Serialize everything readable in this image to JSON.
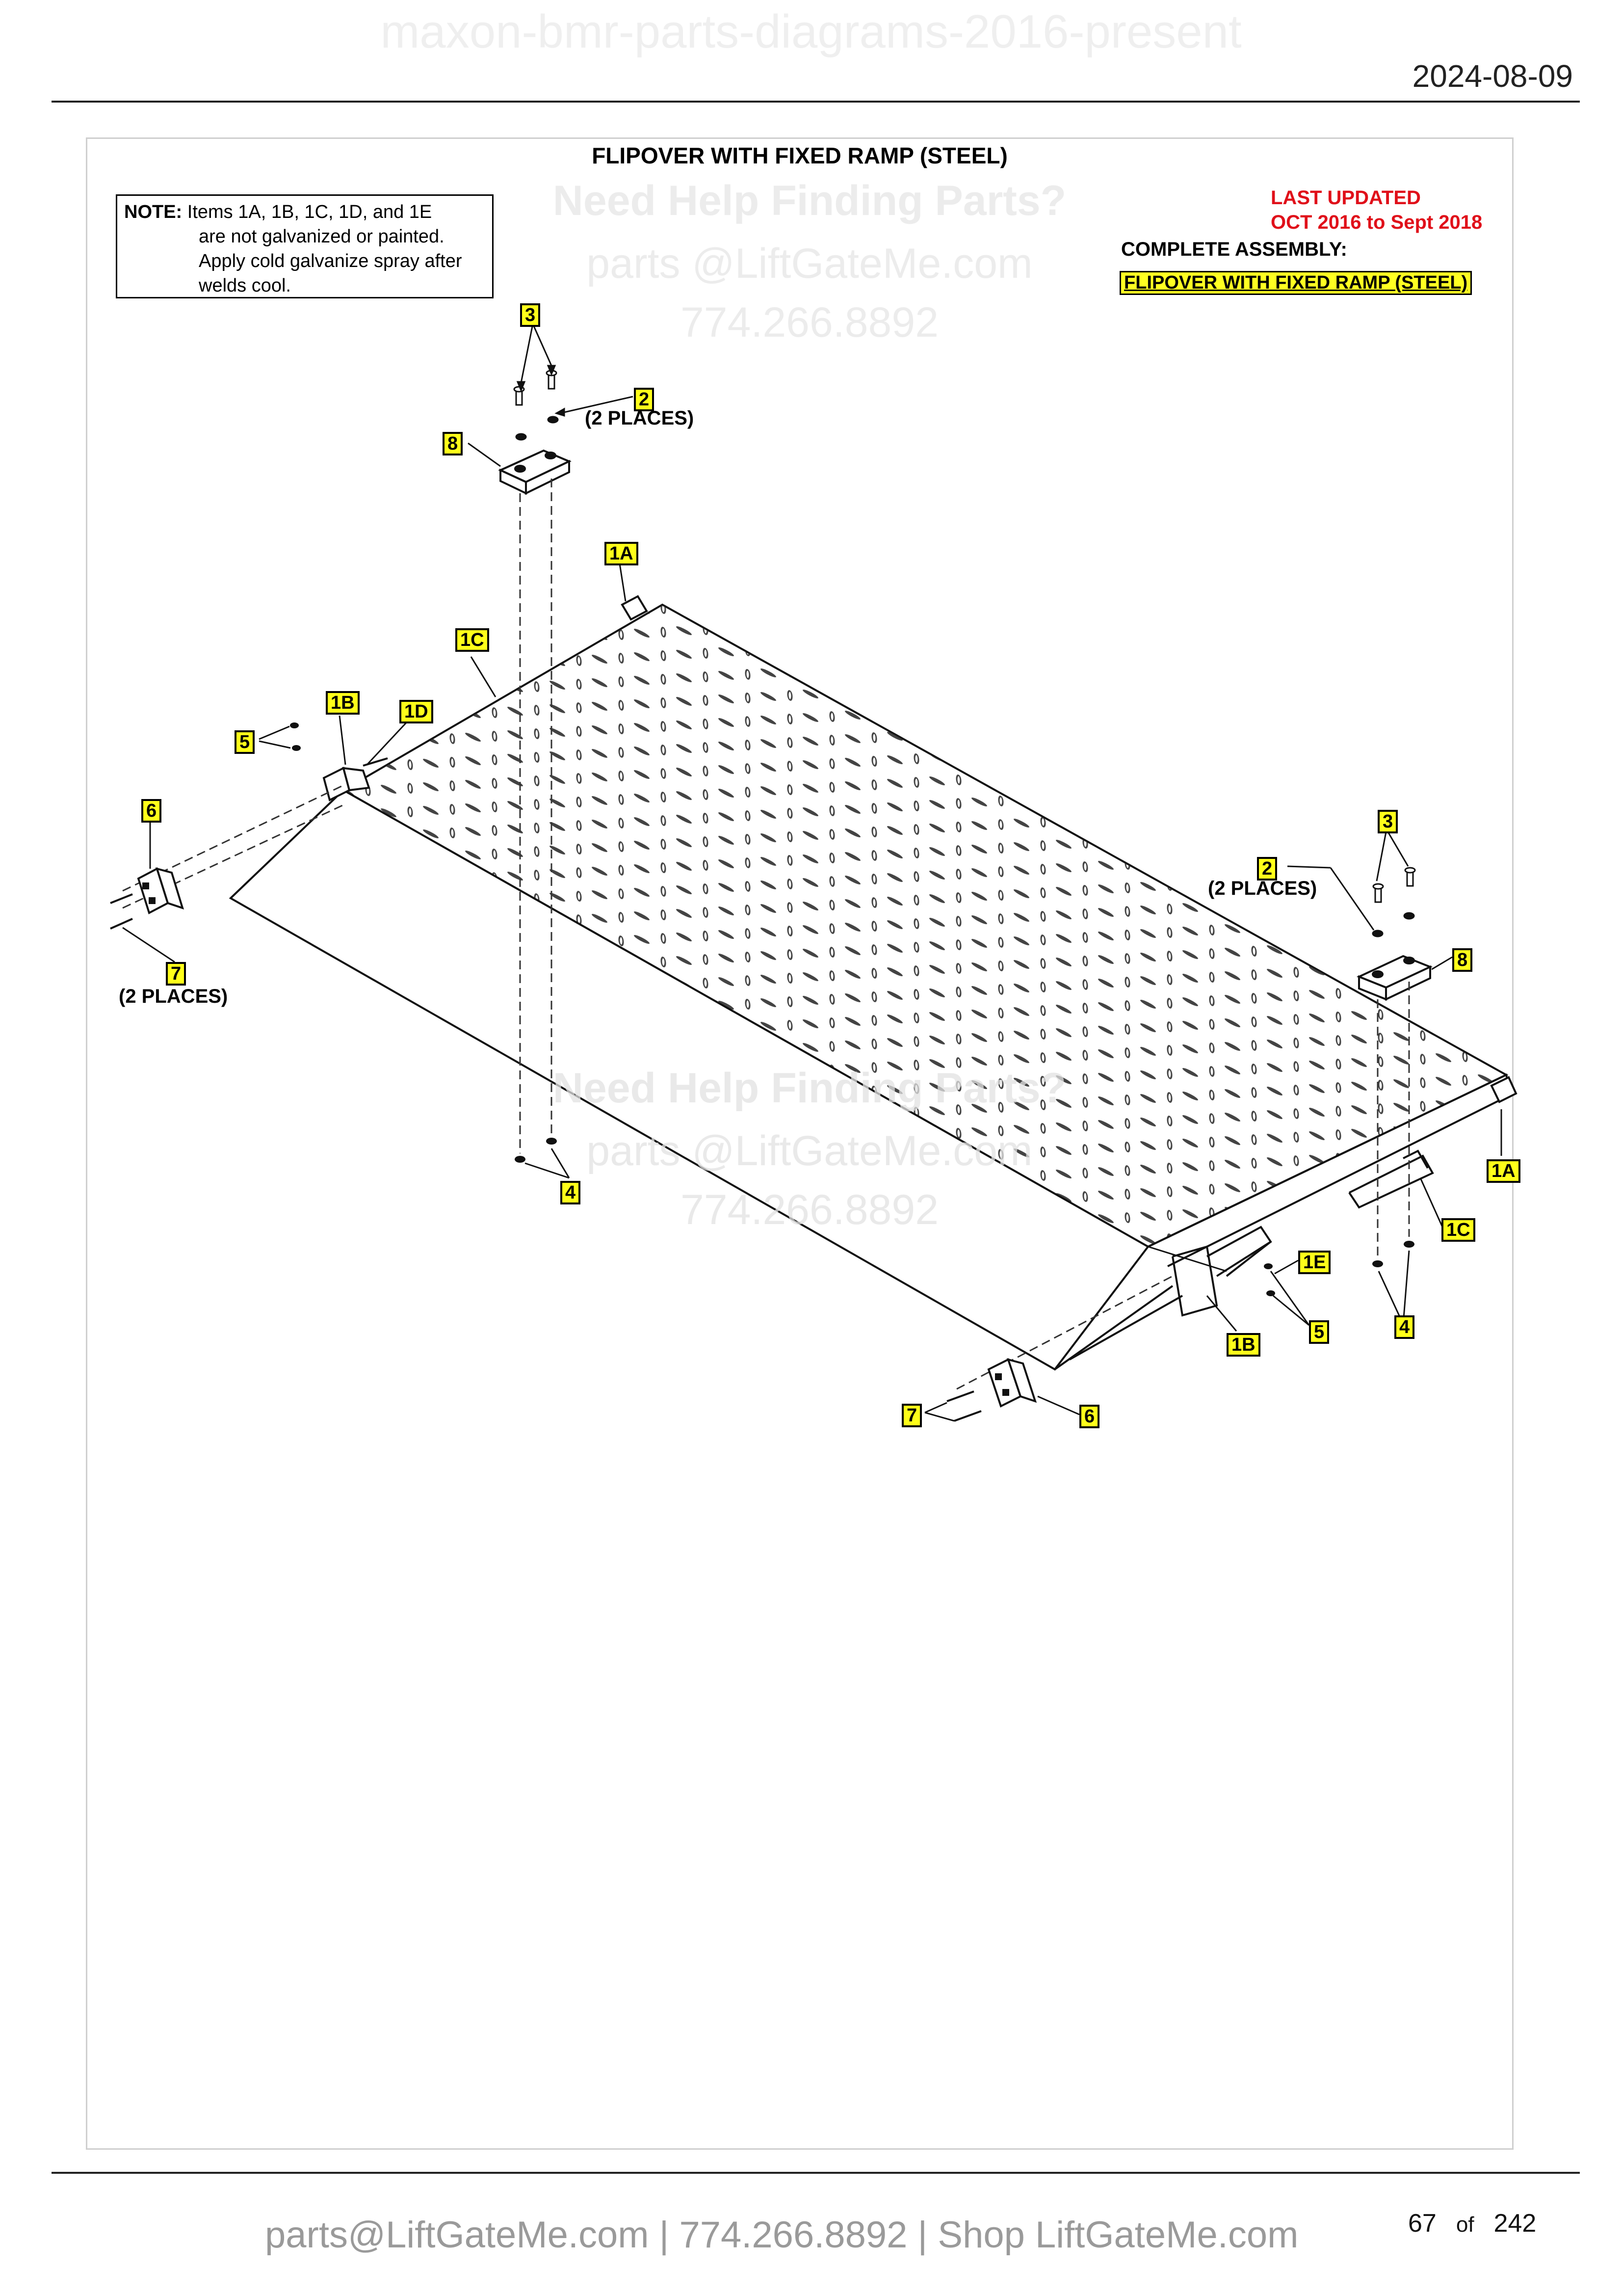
{
  "header": {
    "watermark": "maxon-bmr-parts-diagrams-2016-present",
    "date": "2024-08-09"
  },
  "diagram": {
    "title": "FLIPOVER WITH FIXED RAMP (STEEL)",
    "note": {
      "label": "NOTE:",
      "line1": "Items 1A, 1B, 1C, 1D, and 1E",
      "line2": "are not galvanized or painted.",
      "line3": "Apply cold galvanize spray after",
      "line4": "welds cool."
    },
    "last_updated": {
      "line1": "LAST UPDATED",
      "line2": "OCT 2016 to Sept 2018"
    },
    "complete_assembly": {
      "label": "COMPLETE ASSEMBLY:",
      "value": "FLIPOVER WITH FIXED RAMP (STEEL)"
    },
    "watermark": {
      "line1": "Need Help Finding Parts?",
      "line2": "parts @LiftGateMe.com",
      "line3": "774.266.8892"
    },
    "callouts": {
      "c3a": "3",
      "c2a": "2",
      "c8a": "8",
      "c1a_top": "1A",
      "c1c_left": "1C",
      "c1b_left": "1B",
      "c1d": "1D",
      "c5_left": "5",
      "c6_left": "6",
      "c7_left": "7",
      "c4_left": "4",
      "c3b": "3",
      "c2b": "2",
      "c8b": "8",
      "c1a_right": "1A",
      "c1c_right": "1C",
      "c1e": "1E",
      "c5_right": "5",
      "c4_right": "4",
      "c1b_right": "1B",
      "c7_right": "7",
      "c6_right": "6"
    },
    "places": {
      "p2a": "(2 PLACES)",
      "p2b": "(2 PLACES)",
      "p7": "(2 PLACES)"
    },
    "colors": {
      "callout_fill": "#ffff1a",
      "updated_red": "#e0101a"
    }
  },
  "footer": {
    "contact": "parts@LiftGateMe.com | 774.266.8892 | Shop LiftGateMe.com",
    "page": "67",
    "of": "of",
    "total": "242"
  }
}
